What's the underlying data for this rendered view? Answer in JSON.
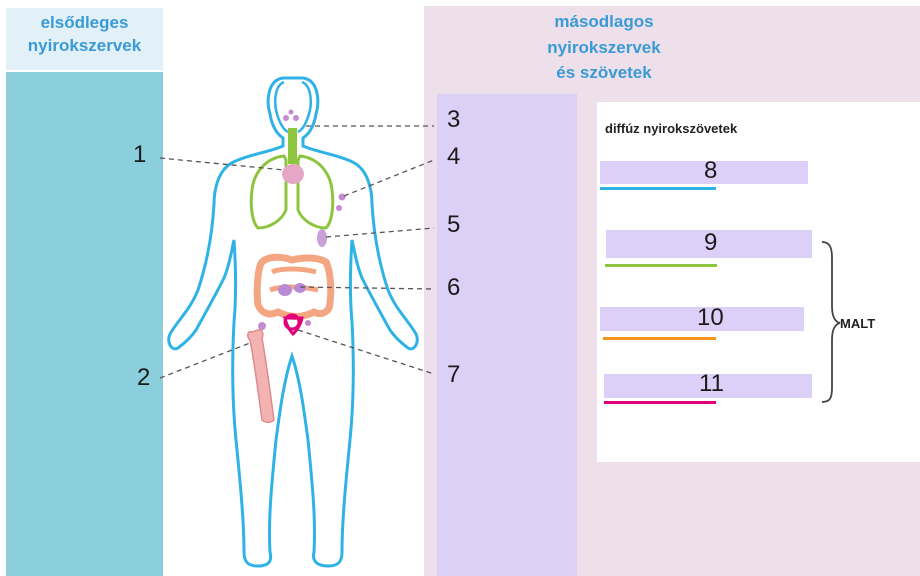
{
  "primary": {
    "heading": "elsődleges nyirokszervek",
    "color": "#8ccfdc"
  },
  "secondary": {
    "heading_line1": "másodlagos",
    "heading_line2": "nyirokszervek",
    "heading_line3": "és szövetek",
    "color": "#dcd0f6"
  },
  "labels": [
    "1",
    "2",
    "3",
    "4",
    "5",
    "6",
    "7"
  ],
  "diffuse": {
    "title": "diffúz nyirokszövetek",
    "items": [
      {
        "number": "8",
        "color": "#2fb3e6"
      },
      {
        "number": "9",
        "color": "#8cc63f"
      },
      {
        "number": "10",
        "color": "#f7941d"
      },
      {
        "number": "11",
        "color": "#e2007a"
      }
    ],
    "group_label": "MALT"
  }
}
